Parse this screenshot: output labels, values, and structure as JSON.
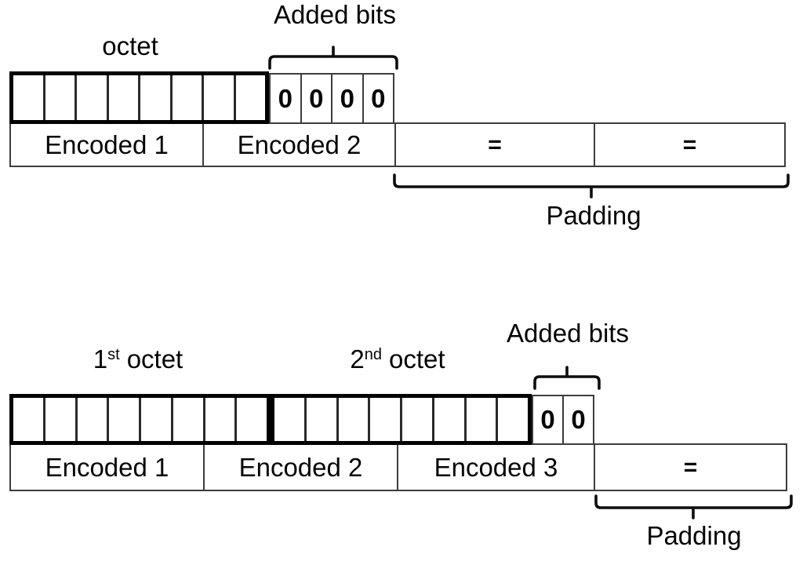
{
  "single_octet_diagram": {
    "octet_label": "octet",
    "added_bits_label": "Added bits",
    "padding_label": "Padding",
    "added_bits": [
      "0",
      "0",
      "0",
      "0"
    ],
    "encoded_cells": [
      "Encoded 1",
      "Encoded 2",
      "=",
      "="
    ]
  },
  "two_octet_diagram": {
    "first_octet_label": {
      "number": "1",
      "ordinal": "st",
      "word": "octet"
    },
    "second_octet_label": {
      "number": "2",
      "ordinal": "nd",
      "word": "octet"
    },
    "added_bits_label": "Added bits",
    "padding_label": "Padding",
    "added_bits": [
      "0",
      "0"
    ],
    "encoded_cells": [
      "Encoded 1",
      "Encoded 2",
      "Encoded 3",
      "="
    ]
  }
}
